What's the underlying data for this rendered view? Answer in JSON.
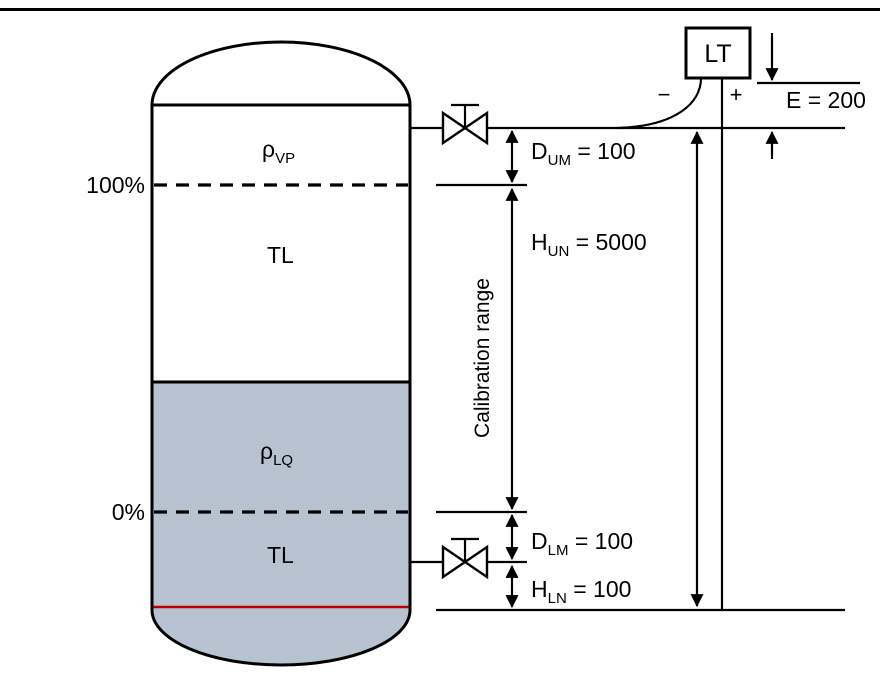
{
  "meta": {
    "background": "#ffffff",
    "ink": "#000000",
    "liquid_color": "#b7c3d0",
    "red_line_color": "#c00000"
  },
  "tank": {
    "level_100_label": "100%",
    "level_0_label": "0%",
    "vapor_label": {
      "base": "ρ",
      "sub": "VP"
    },
    "liquid_label": {
      "base": "ρ",
      "sub": "LQ"
    },
    "tangent_line_upper": "TL",
    "tangent_line_lower": "TL"
  },
  "transmitter": {
    "label": "LT",
    "minus_sign": "−",
    "plus_sign": "+"
  },
  "dims": {
    "e": "E = 200",
    "dum": {
      "base": "D",
      "sub": "UM",
      "rest": " = 100"
    },
    "hun": {
      "base": "H",
      "sub": "UN",
      "rest": " = 5000"
    },
    "dlm": {
      "base": "D",
      "sub": "LM",
      "rest": " = 100"
    },
    "hln": {
      "base": "H",
      "sub": "LN",
      "rest": " = 100"
    },
    "calibration_range": "Calibration range"
  }
}
